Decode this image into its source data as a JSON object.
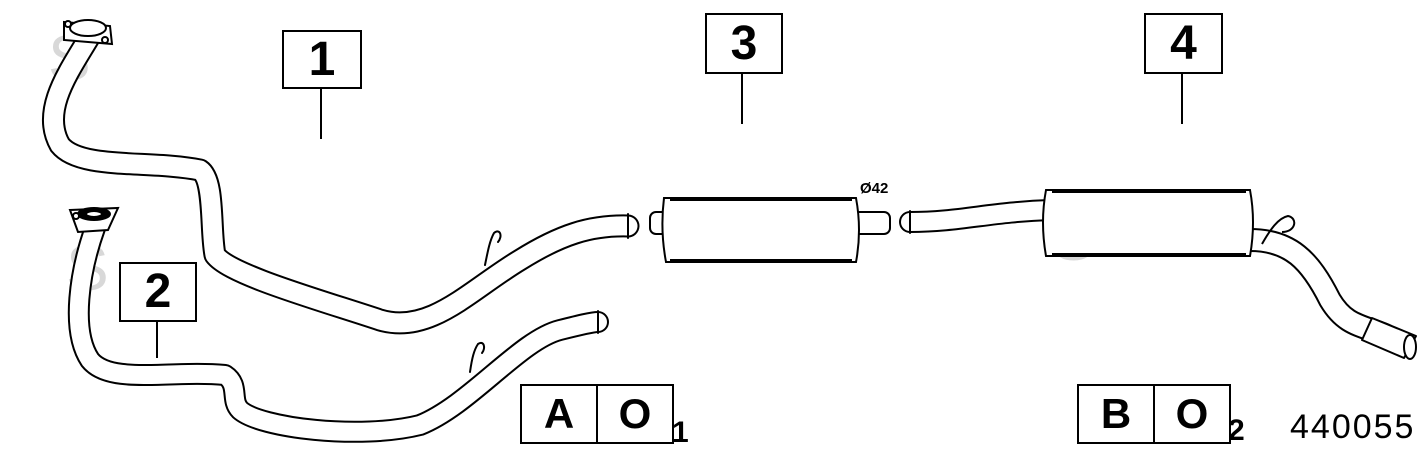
{
  "callouts": {
    "part1": "1",
    "part2": "2",
    "part3": "3",
    "part4": "4"
  },
  "dimension_label": "Ø42",
  "legend_a": {
    "letter": "A",
    "symbol": "O",
    "index": "1"
  },
  "legend_b": {
    "letter": "B",
    "symbol": "O",
    "index": "2"
  },
  "reference_number": "440055",
  "watermark": "S",
  "line_color": "#000000",
  "watermark_color": "#d8d8d8"
}
